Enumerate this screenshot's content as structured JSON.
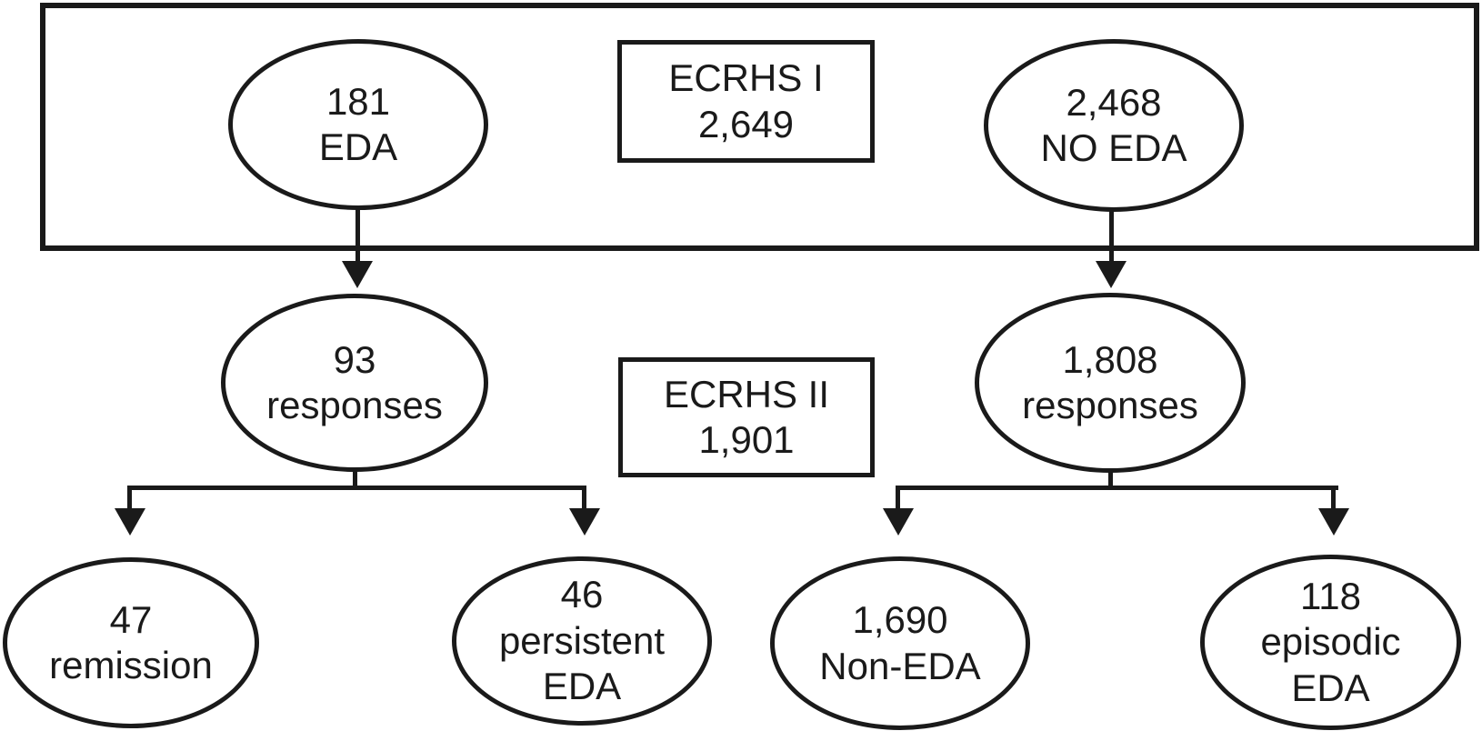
{
  "colors": {
    "stroke": "#1a1a1a",
    "background": "#ffffff"
  },
  "flowchart": {
    "row1": {
      "eda": {
        "value": "181",
        "label": "EDA"
      },
      "study": {
        "name": "ECRHS I",
        "total": "2,649"
      },
      "no_eda": {
        "value": "2,468",
        "label": "NO EDA"
      }
    },
    "row2": {
      "eda_responses": {
        "value": "93",
        "label": "responses"
      },
      "study": {
        "name": "ECRHS II",
        "total": "1,901"
      },
      "no_eda_responses": {
        "value": "1,808",
        "label": "responses"
      }
    },
    "row3": {
      "remission": {
        "value": "47",
        "label": "remission"
      },
      "persistent_eda": {
        "value": "46",
        "label": "persistent",
        "label2": "EDA"
      },
      "non_eda": {
        "value": "1,690",
        "label": "Non-EDA"
      },
      "episodic_eda": {
        "value": "118",
        "label": "episodic",
        "label2": "EDA"
      }
    }
  }
}
